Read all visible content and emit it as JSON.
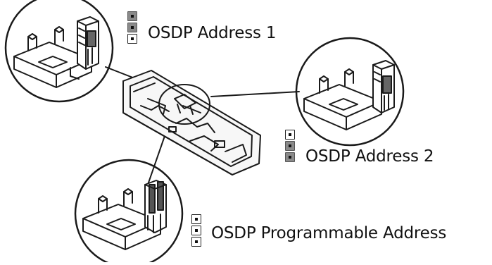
{
  "labels": {
    "address1": "OSDP Address 1",
    "address2": "OSDP Address 2",
    "programmable": "OSDP Programmable Address"
  },
  "jumpers": {
    "address1": [
      "on",
      "on",
      "off"
    ],
    "address2": [
      "off",
      "on",
      "on"
    ],
    "programmable": [
      "off",
      "off",
      "off"
    ]
  },
  "colors": {
    "line": "#1a1a1a",
    "jumper_on": "#8a8a8a",
    "board": "#f2f2f2"
  }
}
